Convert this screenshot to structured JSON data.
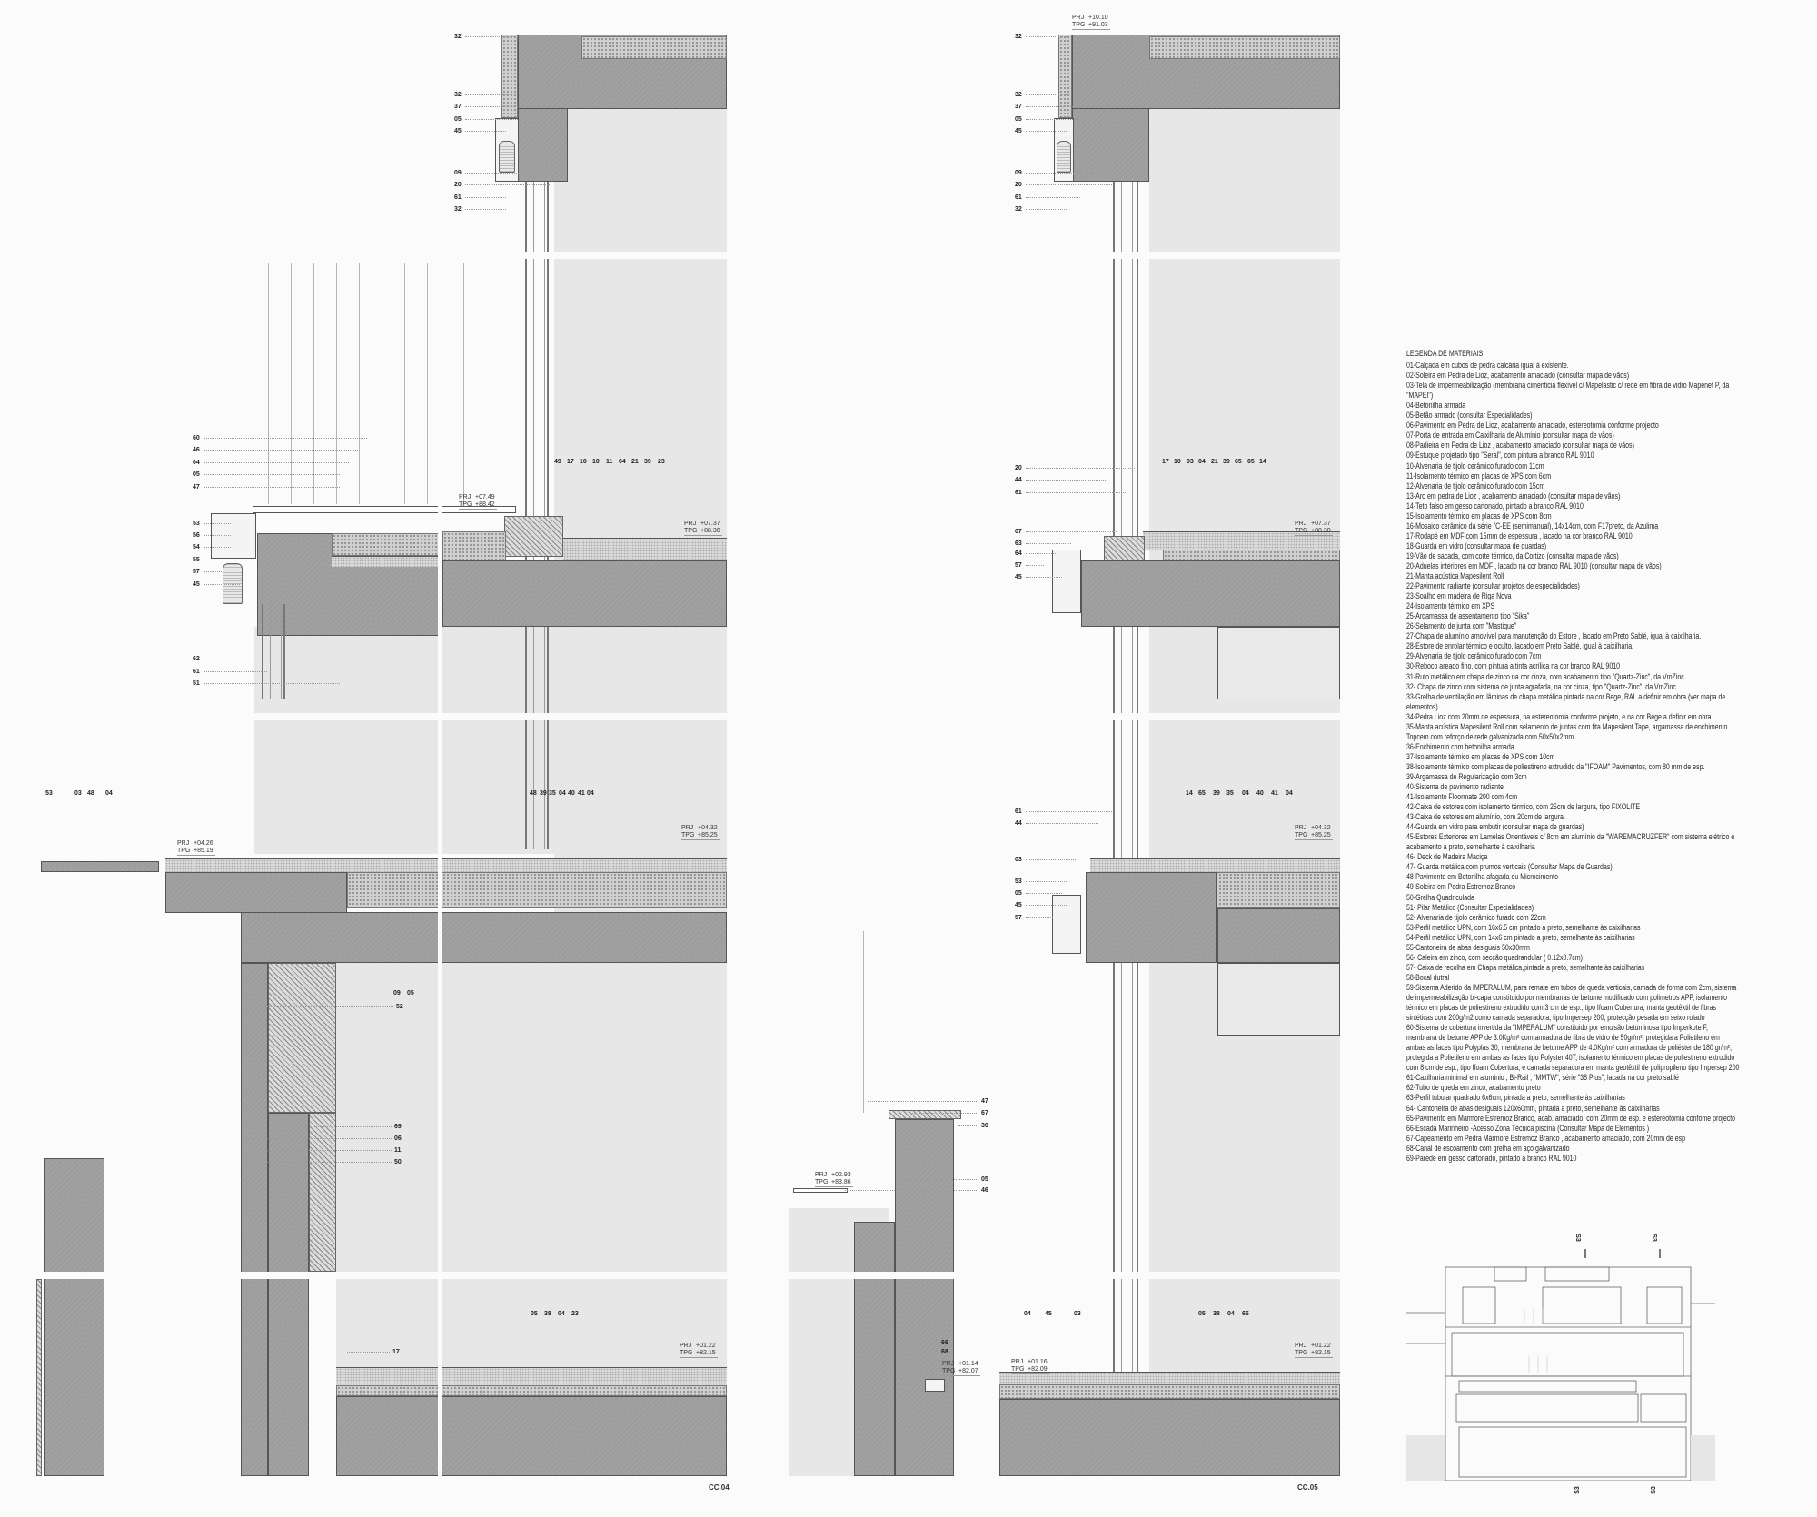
{
  "sheets": {
    "cc04": "CC.04",
    "cc05": "CC.05"
  },
  "level_keys": {
    "prj": "PRJ",
    "tpg": "TPG"
  },
  "levels": [
    {
      "prj": "+07.49",
      "tpg": "+88.42"
    },
    {
      "prj": "+07.37",
      "tpg": "+88.30"
    },
    {
      "prj": "+04.26",
      "tpg": "+85.19"
    },
    {
      "prj": "+04.32",
      "tpg": "+85.25"
    },
    {
      "prj": "+01.22",
      "tpg": "+82.15"
    },
    {
      "prj": "+10.10",
      "tpg": "+91.03"
    },
    {
      "prj": "+07.37",
      "tpg": "+88.30"
    },
    {
      "prj": "+04.32",
      "tpg": "+85.25"
    },
    {
      "prj": "+02.93",
      "tpg": "+83.86"
    },
    {
      "prj": "+01.14",
      "tpg": "+82.07"
    },
    {
      "prj": "+01.16",
      "tpg": "+82.09"
    },
    {
      "prj": "+01.22",
      "tpg": "+82.15"
    }
  ],
  "cc04_callouts": [
    "32",
    "32",
    "37",
    "05",
    "45",
    "09",
    "20",
    "61",
    "32",
    "60",
    "46",
    "04",
    "05",
    "47",
    "53",
    "56",
    "54",
    "55",
    "57",
    "45",
    "49",
    "17",
    "10",
    "10",
    "11",
    "04",
    "21",
    "39",
    "23",
    "62",
    "61",
    "51",
    "53",
    "03",
    "48",
    "04",
    "48",
    "39",
    "35",
    "04",
    "40",
    "41",
    "04",
    "09",
    "05",
    "52",
    "69",
    "06",
    "11",
    "50",
    "05",
    "38",
    "04",
    "23",
    "17"
  ],
  "cc05_callouts": [
    "32",
    "32",
    "37",
    "05",
    "45",
    "09",
    "20",
    "61",
    "32",
    "20",
    "44",
    "61",
    "07",
    "63",
    "64",
    "57",
    "45",
    "17",
    "10",
    "03",
    "04",
    "21",
    "39",
    "65",
    "05",
    "14",
    "61",
    "44",
    "03",
    "53",
    "05",
    "45",
    "57",
    "14",
    "65",
    "39",
    "35",
    "04",
    "40",
    "41",
    "04",
    "47",
    "67",
    "30",
    "05",
    "46",
    "66",
    "68",
    "04",
    "45",
    "03",
    "05",
    "38",
    "04",
    "65"
  ],
  "legend": {
    "title": "LEGENDA DE MATERIAIS",
    "items": [
      "01-Calçada em cubos de pedra calcária igual à existente.",
      "02-Soleira em Pedra de Lioz, acabamento amaciado (consultar mapa de vãos)",
      "03-Tela de impermeabilização  (membrana cimenticia flexível c/ Mapelastic c/ rede em fibra de vidro Mapenet P, da \"MAPEI\")",
      "04-Betonilha armada",
      "05-Betão armado (consultar Especialidades)",
      "06-Pavimento em Pedra de Lioz, acabamento amaciado, estereotomia conforme projecto",
      "07-Porta de entrada em Caixilharia de Alumínio (consultar mapa de vãos)",
      "08-Padieira em Pedra de Lioz , acabamento amaciado (consultar mapa de vãos)",
      "09-Estuque projetado tipo \"Seral\", com pintura a branco RAL 9010",
      "10-Alvenaria de tijolo cerâmico furado com 11cm",
      "11-Isolamento térmico em placas de XPS com 6cm",
      "12-Alvenaria de tijolo cerâmico furado com 15cm",
      "13-Aro em pedra de Lioz , acabamento amaciado (consultar mapa de vãos)",
      "14-Teto falso em gesso cartonado, pintado a branco RAL 9010",
      "15-Isolamento térmico em placas de XPS com 8cm",
      "16-Mosaico cerâmico da série \"C-EE (semimanual), 14x14cm, com F17preto, da Azulima",
      "17-Rodapé em MDF com 15mm de espessura , lacado na cor branco RAL 9010.",
      "18-Guarda em vidro (consultar mapa de guardas)",
      "19-Vão de sacada, com corte térmico, da Cortizo (consultar mapa de vãos)",
      "20-Aduelas interiores em MDF , lacado na cor branco RAL 9010 (consultar mapa de vãos)",
      "21-Manta acústica Mapesilent Roll",
      "22-Pavimento radiante (consultar projetos de especialidades)",
      "23-Soalho em madeira de Riga Nova",
      "24-Isolamento térmico em XPS",
      "25-Argamassa de assentamento tipo \"Sika\"",
      "26-Selamento de junta com \"Mastique\"",
      "27-Chapa de alumínio amovível para manutenção do Estore , lacado em Preto Sablé, igual à caixilharia.",
      "28-Estore de enrolar térmico e oculto, lacado em Preto Sablé, igual à caixilharia.",
      "29-Alvenaria de tijolo cerâmico furado com 7cm",
      "30-Reboco areado fino, com pintura a tinta acrílica na cor branco RAL 9010",
      "31-Rufo metálico em chapa de zinco na cor cinza, com acabamento tipo \"Quartz-Zinc\", da VmZinc",
      "32- Chapa de zinco com sistema de junta agrafada, na cor cinza,  tipo \"Quartz-Zinc\", da VmZinc",
      "33-Grelha de ventilação em lâminas de chapa metálica pintada na cor Bege, RAL a definir em obra  (ver mapa de elementos)",
      "34-Pedra Lioz com 20mm de espessura, na estereotomia conforme projeto, e na cor Bege a definir em obra.",
      "35-Manta acústica Mapesilent Roll com selamento de juntas com fita Mapesilent Tape, argamassa de enchimento Topcem com reforço de rede galvanizada com 50x50x2mm",
      "36-Enchimento com betonilha armada",
      "37-Isolamento térmico em placas de XPS com 10cm",
      "38-Isolamento térmico com placas de poliestireno extrudido da \"IFOAM\" Pavimentos, com 80 mm de esp.",
      "39-Argamassa de Regularização com 3cm",
      "40-Sistema de pavimento radiante",
      "41-Isolamento Floormate 200 com 4cm",
      "42-Caixa de estores com isolamento térmico, com 25cm de largura, tipo FIXOLITE",
      "43-Caixa de estores em alumínio, com 20cm de largura.",
      "44-Guarda em vidro para embutir (consultar mapa de guardas)",
      "45-Estores Exteriores  em Lamelas Orientáveis c/ 8cm em alumínio da \"WAREMACRUZFER\" com sistema elétrico e acabamento a preto, semelhante à caixilharia",
      "46- Deck de Madeira Maciça",
      "47- Guarda metálica com prumos verticais (Consultar Mapa de Guardas)",
      "48-Pavimento em Betonilha afagada ou Microcimento",
      "49-Soleira em Pedra Estremoz Branco",
      "50-Grelha Quadriculada",
      "51- Pilar Metálico (Consultar Especialidades)",
      "52- Alvenaria de tijolo cerâmico furado com 22cm",
      "53-Perfil metálico UPN, com 16x6.5 cm pintado a preto, semelhante às caixilharias",
      "54-Perfil metálico UPN, com 14x6 cm pintado a preto, semelhante às caixilharias",
      "55-Cantoneira de abas desiguais 50x30mm",
      "56- Caleira em zinco, com secção quadrandular ( 0.12x0.7cm)",
      "57- Caixa de recolha em Chapa metálica,pintada a preto, semelhante às caixilharias",
      "58-Bocal dutral",
      "59-Sistema Aderido da IMPERALUM, para remate em tubos de queda verticais, camada de forma com 2cm, sistema de impermeabilização bi-capa constituido por membranas de betume modificado com polimetros APP, isolamento térmico em placas de poliestireno extrudido com 3 cm de esp., tipo Ifoam Cobertura, manta geotêxtil de fibras sintéticas com 200g/m2 como camada separadora, tipo Impersep 200, protecção pesada em seixo rolado",
      "60-Sistema de cobertura invertida  da \"IMPERALUM\" constituido por emulsão betuminosa tipo Imperkote F, membrana de betume APP de 3.0Kg/m² com armadura de fibra de vidro de 50gr/m², protegida a Polietileno em ambas as faces tipo Polyplas 30, membrana de betume APP de 4.0Kg/m² com armadura de poliéster de 180 gr/m², protegida a Polietileno em ambas as faces tipo Polyster 40T, isolamento térmico em placas de poliestireno extrudido com 8 cm de esp., tipo Ifoam Cobertura, e camada separadora em manta geotêxtil de polipropileno tipo Impersep 200",
      "61-Caxilharia minimal em alumínio , Bi-Rail , \"MMTW\", série \"38 Plus\", lacada na cor preto sablé",
      "62-Tubo de queda em zinco, acabamento preto",
      "63-Perfil tubular quadrado 6x6cm, pintada a preto, semelhante às caixilharias",
      "64- Cantoneira de abas desiguais 120x60mm, pintada a preto, semelhante às caixilharias",
      "65-Pavimento em Mármore Estremoz Branco, acab. amaciado, com 20mm de esp. e estereotomia confome projecto",
      "66-Escada Marinheiro -Acesso Zona Técnica piscina (Consultar Mapa de Elementos )",
      "67-Capeamento em Pedra Mármore Estremoz Branco , acabamento amaciado, com 20mm de esp",
      "68-Canal de escoamento com grelha em aço galvanizado",
      "69-Parede em gesso cartonado, pintado a branco RAL 9010"
    ]
  },
  "keyplan": {
    "section_marks": [
      "S3",
      "S3",
      "S3",
      "S3"
    ]
  }
}
